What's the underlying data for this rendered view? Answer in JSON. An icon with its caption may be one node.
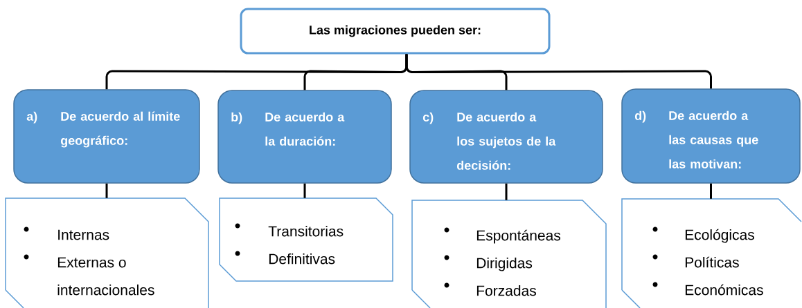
{
  "diagram": {
    "nodes": [
      {
        "text": [
          "Las migraciones pueden ser:"
        ]
      },
      {
        "text": [
          "a)",
          "De acuerdo al límite geográfico:"
        ]
      },
      {
        "text": [
          "b)",
          "De acuerdo a la duración:"
        ]
      },
      {
        "text": [
          "c)",
          "De acuerdo a los sujetos de la decisión:"
        ]
      },
      {
        "text": [
          "d)",
          "De acuerdo a las causas que las motivan:"
        ]
      },
      {
        "text": [
          "Internas",
          "Externas o internacionales"
        ]
      },
      {
        "text": [
          "Transitorias",
          "Definitivas"
        ]
      },
      {
        "text": [
          "Espontáneas",
          "Dirigidas",
          "Forzadas"
        ]
      },
      {
        "text": [
          "Ecológicas",
          "Políticas",
          "Económicas"
        ]
      }
    ],
    "edges": [
      {
        "from": 0,
        "to": 1,
        "arrow": "none"
      },
      {
        "from": 0,
        "to": 2,
        "arrow": "none"
      },
      {
        "from": 0,
        "to": 3,
        "arrow": "none"
      },
      {
        "from": 0,
        "to": 4,
        "arrow": "none"
      },
      {
        "from": 1,
        "to": 5,
        "arrow": "none"
      },
      {
        "from": 2,
        "to": 6,
        "arrow": "none"
      },
      {
        "from": 3,
        "to": 7,
        "arrow": "none"
      },
      {
        "from": 4,
        "to": 8,
        "arrow": "none"
      }
    ]
  }
}
